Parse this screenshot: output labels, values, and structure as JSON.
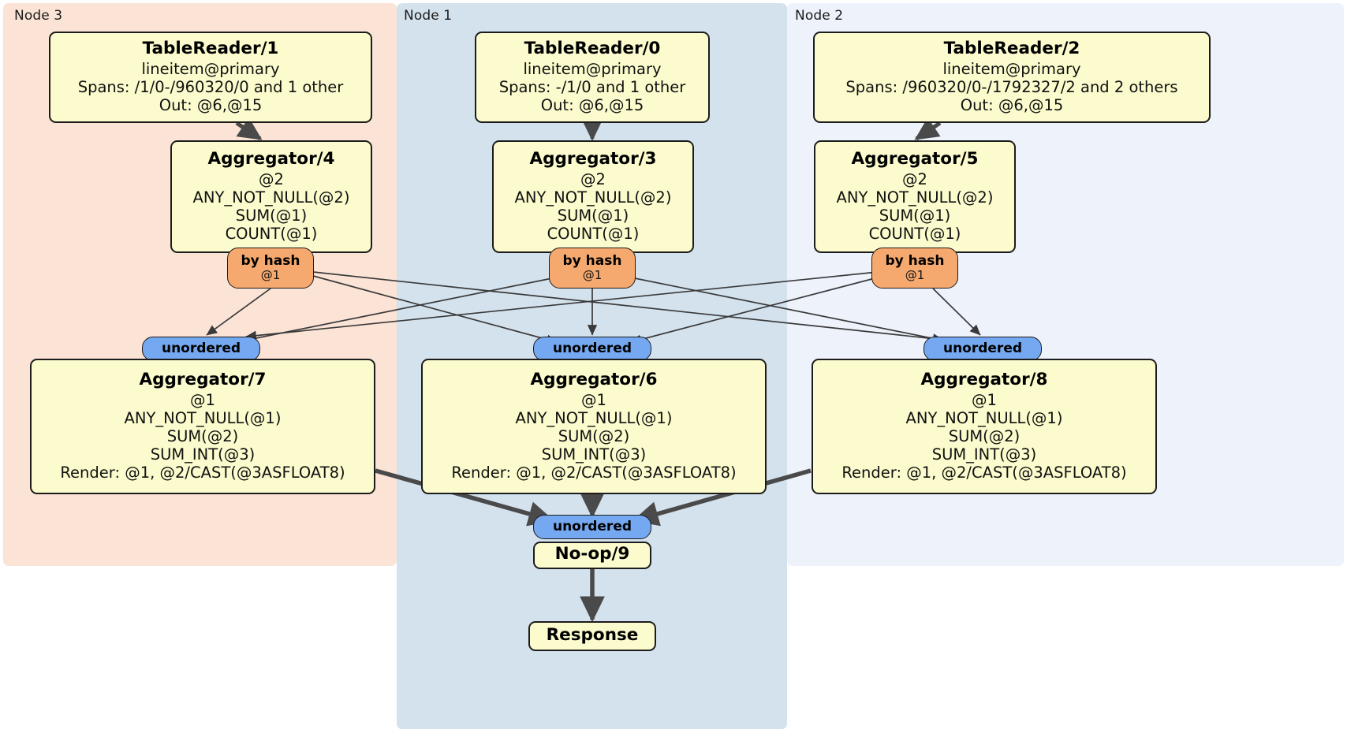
{
  "diagram": {
    "type": "distributed-query-plan",
    "colors": {
      "node3_panel": "#fbe3d6",
      "node1_panel": "#d4e2ee",
      "node2_panel": "#edf2fb",
      "box_fill": "#fbfbcd",
      "box_stroke": "#1c1c1c",
      "hash_pill": "#f6a96e",
      "unordered_pill": "#74a8f0",
      "edge_thin": "#3a3a3a",
      "edge_thick": "#4a4a4a"
    }
  },
  "nodes": [
    {
      "id": "node3",
      "label": "Node 3"
    },
    {
      "id": "node1",
      "label": "Node 1"
    },
    {
      "id": "node2",
      "label": "Node 2"
    }
  ],
  "processors": {
    "tablereader1": {
      "title": "TableReader/1",
      "lines": [
        "lineitem@primary",
        "Spans: /1/0-/960320/0 and 1 other",
        "Out: @6,@15"
      ]
    },
    "tablereader0": {
      "title": "TableReader/0",
      "lines": [
        "lineitem@primary",
        "Spans: -/1/0 and 1 other",
        "Out: @6,@15"
      ]
    },
    "tablereader2": {
      "title": "TableReader/2",
      "lines": [
        "lineitem@primary",
        "Spans: /960320/0-/1792327/2 and 2 others",
        "Out: @6,@15"
      ]
    },
    "aggregator4": {
      "title": "Aggregator/4",
      "lines": [
        "@2",
        "ANY_NOT_NULL(@2)",
        "SUM(@1)",
        "COUNT(@1)"
      ]
    },
    "aggregator3": {
      "title": "Aggregator/3",
      "lines": [
        "@2",
        "ANY_NOT_NULL(@2)",
        "SUM(@1)",
        "COUNT(@1)"
      ]
    },
    "aggregator5": {
      "title": "Aggregator/5",
      "lines": [
        "@2",
        "ANY_NOT_NULL(@2)",
        "SUM(@1)",
        "COUNT(@1)"
      ]
    },
    "aggregator7": {
      "title": "Aggregator/7",
      "lines": [
        "@1",
        "ANY_NOT_NULL(@1)",
        "SUM(@2)",
        "SUM_INT(@3)",
        "Render: @1, @2/CAST(@3ASFLOAT8)"
      ]
    },
    "aggregator6": {
      "title": "Aggregator/6",
      "lines": [
        "@1",
        "ANY_NOT_NULL(@1)",
        "SUM(@2)",
        "SUM_INT(@3)",
        "Render: @1, @2/CAST(@3ASFLOAT8)"
      ]
    },
    "aggregator8": {
      "title": "Aggregator/8",
      "lines": [
        "@1",
        "ANY_NOT_NULL(@1)",
        "SUM(@2)",
        "SUM_INT(@3)",
        "Render: @1, @2/CAST(@3ASFLOAT8)"
      ]
    },
    "noop9": {
      "title": "No-op/9",
      "lines": []
    },
    "response": {
      "title": "Response",
      "lines": []
    }
  },
  "routers": {
    "hash_left": {
      "label": "by hash",
      "sublabel": "@1"
    },
    "hash_center": {
      "label": "by hash",
      "sublabel": "@1"
    },
    "hash_right": {
      "label": "by hash",
      "sublabel": "@1"
    },
    "unordered_left": {
      "label": "unordered"
    },
    "unordered_center": {
      "label": "unordered"
    },
    "unordered_right": {
      "label": "unordered"
    },
    "unordered_final": {
      "label": "unordered"
    }
  }
}
